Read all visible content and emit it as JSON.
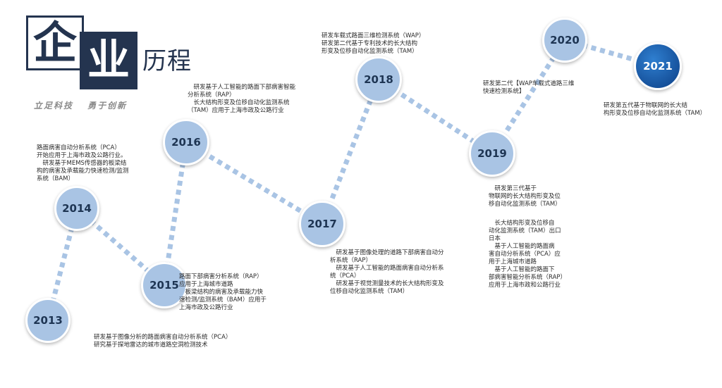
{
  "title": {
    "char1": "企",
    "char2": "业",
    "rest": "历程"
  },
  "slogan": "立足科技 勇于创新",
  "timeline": [
    {
      "year": "2013",
      "desc": "研发基于图像分析的路面病害自动分析系统（PCA）\n研究基于探地雷达的城市道路空洞检测技术"
    },
    {
      "year": "2014",
      "desc": "路面病害自动分析系统（PCA）\n开始应用于上海市政及公路行业。\n　研发基于MEMS传感器的板梁结\n构的病害及承载能力快速检测/监测\n系统（BAM）"
    },
    {
      "year": "2015",
      "desc": "路面下部病害分析系统（RAP）\n应用于上海城市道路\n　板梁结构的病害及承载能力快\n速检测/监测系统（BAM）应用于\n上海市政及公路行业"
    },
    {
      "year": "2016",
      "desc": "　研发基于人工智能的路面下部病害智能\n分析系统（RAP）\n　长大结构形变及位移自动化监测系统\n（TAM）应用于上海市政及公路行业"
    },
    {
      "year": "2017",
      "desc": "　研发基于图像处理的道路下部病害自动分\n析系统（RAP）\n　研发基于人工智能的路面病害自动分析系\n统（PCA）\n　研发基于视觉测量技术的长大结构形变及\n位移自动化监测系统（TAM）"
    },
    {
      "year": "2018",
      "desc": "研发车载式路面三维检测系统（WAP）\n研发第二代基于专利技术的长大结构\n形变及位移自动化监测系统（TAM）"
    },
    {
      "year": "2019",
      "desc": "　研发第三代基于\n物联网的长大结构形变及位\n移自动化监测系统（TAM）"
    },
    {
      "year": "2019",
      "desc": "　长大结构形变及位移自\n动化监测系统（TAM）出口\n日本\n　基于人工智能的路面病\n害自动分析系统（PCA）应\n用于上海城市道路\n　基于人工智能的路面下\n部病害智能分析系统（RAP）\n应用于上海市政和公路行业"
    },
    {
      "year": "2020",
      "desc": "研发第二代【WAP车载式道路三维\n快速检测系统】"
    },
    {
      "year": "2021",
      "desc": "研发第五代基于物联网的长大结\n构形变及位移自动化监测系统（TAM）"
    }
  ]
}
